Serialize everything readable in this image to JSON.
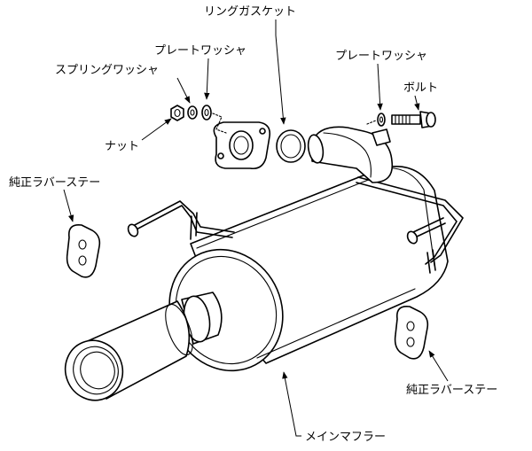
{
  "labels": {
    "ring_gasket": "リングガスケット",
    "plate_washer_left": "プレートワッシャ",
    "spring_washer": "スプリングワッシャ",
    "nut": "ナット",
    "plate_washer_right": "プレートワッシャ",
    "bolt": "ボルト",
    "rubber_stay_left": "純正ラバーステー",
    "rubber_stay_right": "純正ラバーステー",
    "main_muffler": "メインマフラー"
  }
}
